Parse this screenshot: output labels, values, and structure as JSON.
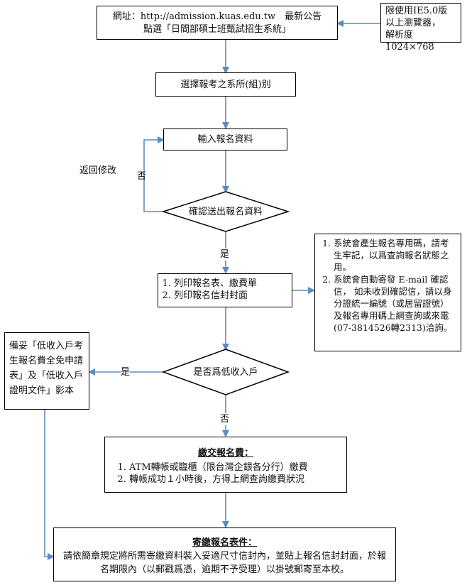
{
  "start": {
    "line1": "網址：http://admission.kuas.edu.tw　最新公告",
    "line2": "點選「日間部碩士班甄試招生系統」"
  },
  "browser_note": {
    "line1": "限使用IE5.0版",
    "line2": "以上瀏覽器，",
    "line3": "解析度1024×768"
  },
  "select_dept": "選擇報考之系所(組)別",
  "input_data": "輸入報名資料",
  "return_edit": "返回修改",
  "no_label_1": "否",
  "confirm": "確認送出報名資料",
  "yes_label_1": "是",
  "print_box": {
    "items": [
      "列印報名表、繳費單",
      "列印報名信封封面"
    ]
  },
  "system_note": {
    "items": [
      "系統會產生報名專用碼，請考生牢記，以爲查詢報名狀態之用。",
      "系統會自動寄發 E-mail 確認信， 如未收到確認信，請以身分證統一編號（或居留證號）及報名專用碼上網查詢或來電(07-3814526轉2313)洽詢。"
    ]
  },
  "low_income_q": "是否爲低收入戶",
  "yes_label_2": "是",
  "no_label_2": "否",
  "low_income_docs": "備妥「低收入戶考生報名費全免申請表」及「低收入戶證明文件」影本",
  "pay_box": {
    "title": "繳交報名費：",
    "items": [
      "ATM轉帳或臨櫃（限台灣企銀各分行）繳費",
      "轉帳成功１小時後，方得上網查詢繳費狀況"
    ]
  },
  "mail_box": {
    "title": "寄繳報名表件：",
    "body": "請依簡章規定將所需寄繳資料裝入妥適尺寸信封內，並貼上報名信封封面，於報名期限內（以郵戳爲憑，逾期不予受理）以掛號郵寄至本校。"
  },
  "colors": {
    "arrow": "#5b8bc4",
    "border": "#000000"
  }
}
